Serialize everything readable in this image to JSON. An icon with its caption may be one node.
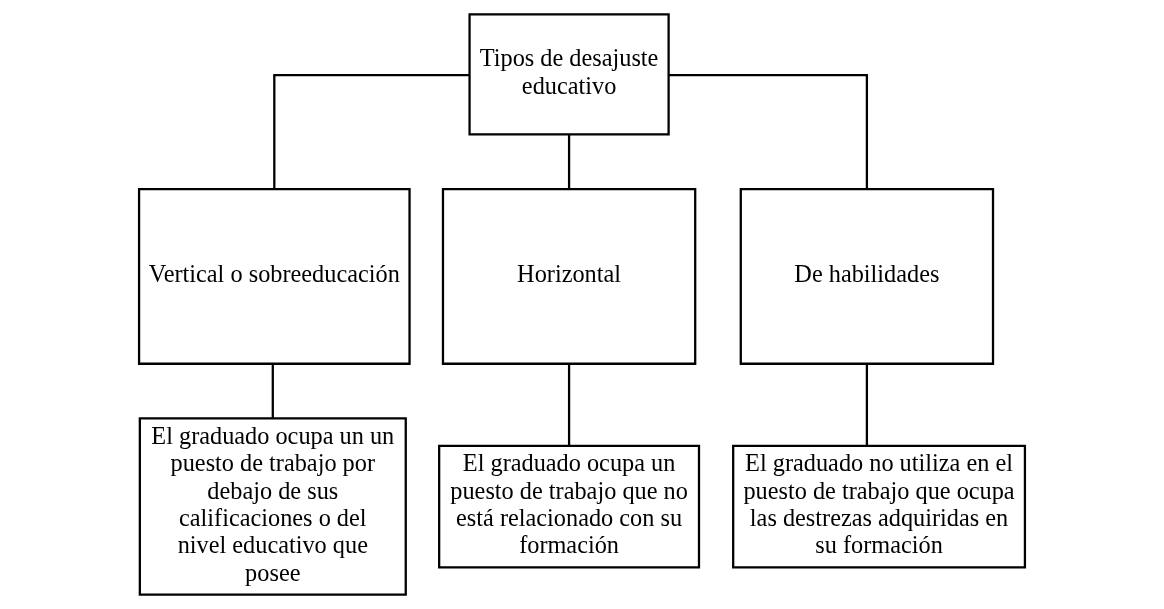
{
  "diagram": {
    "nodes": [
      {
        "text": [
          "Tipos de desajuste educativo"
        ]
      },
      {
        "text": [
          "Vertical o sobreeducación"
        ]
      },
      {
        "text": [
          "Horizontal"
        ]
      },
      {
        "text": [
          "De habilidades"
        ]
      },
      {
        "text": [
          "El graduado ocupa un un puesto de trabajo por debajo de sus calificaciones o del nivel educativo que posee"
        ]
      },
      {
        "text": [
          "El graduado ocupa un puesto de trabajo que no está relacionado con su formación"
        ]
      },
      {
        "text": [
          "El graduado no utiliza en el puesto de trabajo que ocupa las destrezas adquiridas en su formación"
        ]
      }
    ],
    "edges": [
      {
        "from": 0,
        "to": 1,
        "arrow": "none"
      },
      {
        "from": 0,
        "to": 2,
        "arrow": "none"
      },
      {
        "from": 0,
        "to": 3,
        "arrow": "none"
      },
      {
        "from": 1,
        "to": 4,
        "arrow": "none"
      },
      {
        "from": 2,
        "to": 5,
        "arrow": "none"
      },
      {
        "from": 3,
        "to": 6,
        "arrow": "none"
      }
    ]
  }
}
